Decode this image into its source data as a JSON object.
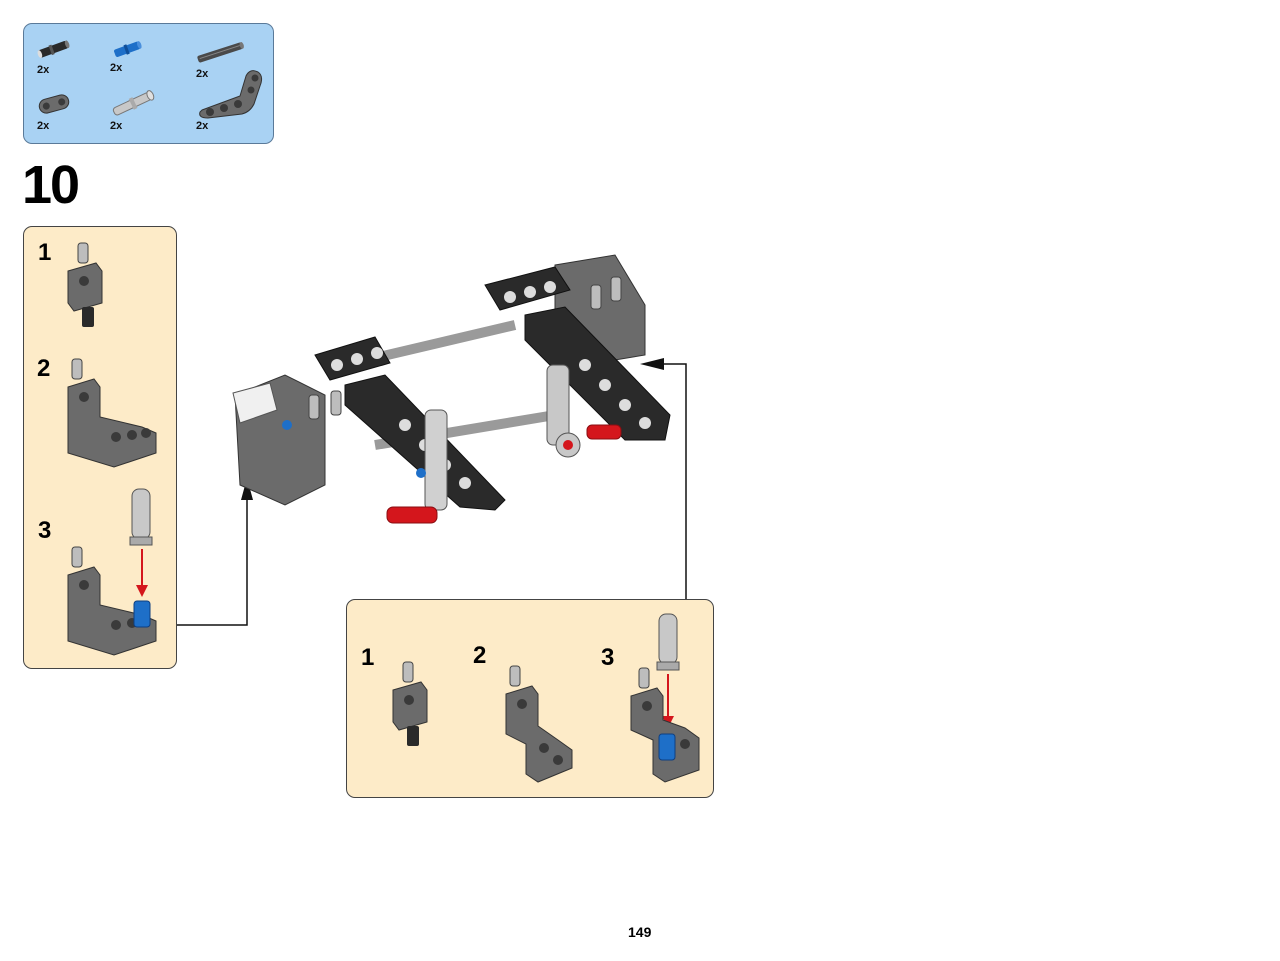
{
  "parts_list": {
    "items": [
      {
        "qty": "2x",
        "icon": "black-axle-pin-icon"
      },
      {
        "qty": "2x",
        "icon": "blue-axle-pin-icon"
      },
      {
        "qty": "2x",
        "icon": "dark-gray-axle-icon"
      },
      {
        "qty": "2x",
        "icon": "dark-gray-beam-2-icon"
      },
      {
        "qty": "2x",
        "icon": "light-gray-pin-with-axle-icon"
      },
      {
        "qty": "2x",
        "icon": "dark-gray-bent-beam-icon"
      }
    ]
  },
  "step": {
    "number": "10",
    "subassembly_left": {
      "steps": [
        "1",
        "2",
        "3"
      ]
    },
    "subassembly_bottom": {
      "steps": [
        "1",
        "2",
        "3"
      ]
    }
  },
  "page": {
    "number": "149"
  },
  "colors": {
    "parts_bg": "#a9d2f3",
    "sub_bg": "#fdebc8",
    "dark_gray": "#6b6b6b",
    "black": "#2a2a2a",
    "light_gray": "#c8c8c8",
    "red": "#d4161c",
    "blue": "#1e6fc8"
  }
}
